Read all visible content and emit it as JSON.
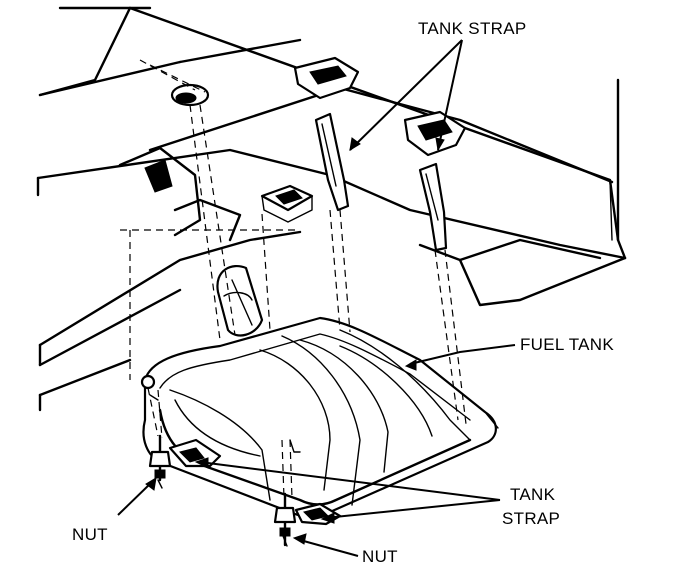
{
  "labels": {
    "tank_strap_top": "TANK STRAP",
    "fuel_tank": "FUEL TANK",
    "tank_strap_bottom_line1": "TANK",
    "tank_strap_bottom_line2": "STRAP",
    "nut_left": "NUT",
    "nut_right": "NUT"
  }
}
